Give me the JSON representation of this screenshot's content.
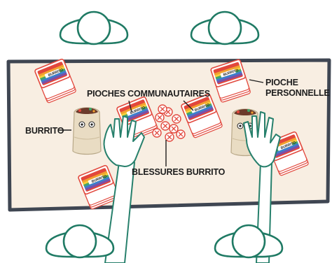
{
  "labels": {
    "pioche_personnelle_line1": "PIOCHE",
    "pioche_personnelle_line2": "PERSONNELLE",
    "pioches_communautaires": "PIOCHES COMMUNAUTAIRES",
    "burrito": "BURRITO",
    "blessures_burrito": "BLESSURES BURRITO"
  },
  "card_brand": "BURRITO",
  "colors": {
    "table_fill": "#f8eee2",
    "table_outline": "#3f4652",
    "seat_outline": "#1f7a64",
    "card_red": "#e24a3f",
    "stripe_red": "#e2473c",
    "stripe_orange": "#f2a230",
    "stripe_yellow": "#f5d33a",
    "stripe_green": "#3fa86a",
    "stripe_blue": "#3a7fcf",
    "stripe_purple": "#7a4fa8",
    "tortilla": "#e9dcc3",
    "arm_outline": "#27806c"
  },
  "icons": [
    "seat-icon",
    "card-deck-icon",
    "burrito-character-icon",
    "hand-icon",
    "wound-token-icon"
  ]
}
